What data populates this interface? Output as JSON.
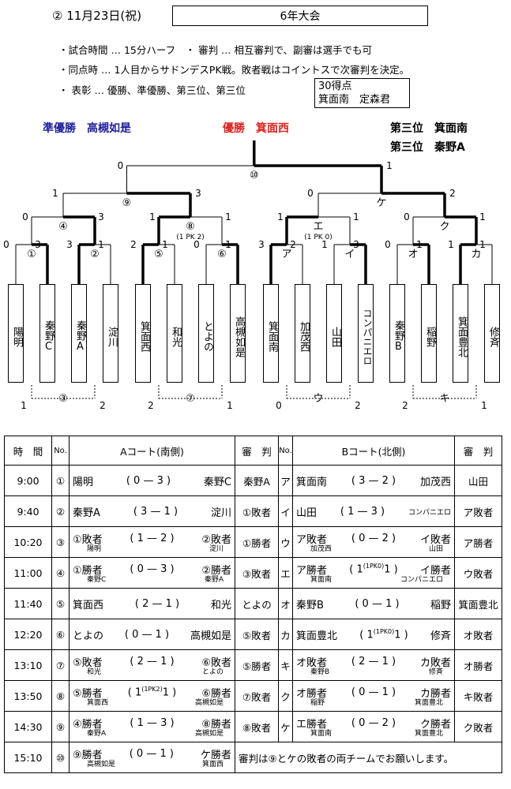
{
  "header": {
    "date": "② 11月23日(祝)",
    "title": "6年大会"
  },
  "rules": [
    "・試合時間 … 15分ハーフ　・ 審判 … 相互審判で、副審は選手でも可",
    "・同点時 … 1人目からサドンデスPK戦。敗者戦はコイントスで次審判を決定。",
    "・ 表彰 … 優勝、準優勝、第三位、第三位"
  ],
  "score_award": {
    "line1": "30得点",
    "line2": "箕面南　定森君"
  },
  "results": {
    "runner_up": "準優勝　高槻如是",
    "winner": "優勝　箕面西",
    "third1": "第三位　箕面南",
    "third2": "第三位　秦野A"
  },
  "colors": {
    "runner_up": "#1f1f9e",
    "winner": "#e0201b"
  },
  "bracket": {
    "teams": [
      "陽明",
      "秦野C",
      "秦野A",
      "淀川",
      "箕面西",
      "和光",
      "とよの",
      "高槻如是",
      "箕面南",
      "加茂西",
      "山田",
      "コンパニエロ",
      "秦野B",
      "稲野",
      "箕面豊北",
      "修斉"
    ],
    "match_labels": [
      "①",
      "②",
      "③",
      "④",
      "⑤",
      "⑥",
      "⑦",
      "⑧",
      "⑨",
      "⑩",
      "ア",
      "イ",
      "ウ",
      "エ",
      "オ",
      "カ",
      "キ",
      "ク",
      "ケ"
    ],
    "scores": {
      "m1": [
        "0",
        "3"
      ],
      "m2": [
        "3",
        "1"
      ],
      "m5": [
        "2",
        "1"
      ],
      "m6": [
        "0",
        "1"
      ],
      "ma": [
        "3",
        "2"
      ],
      "mi": [
        "1",
        "3"
      ],
      "mo": [
        "0",
        "1"
      ],
      "mka": [
        "1",
        "1"
      ],
      "m4": [
        "0",
        "3"
      ],
      "m8": [
        "1",
        "1"
      ],
      "me": [
        "1",
        "1"
      ],
      "mku": [
        "0",
        "1"
      ],
      "m9": [
        "1",
        "3"
      ],
      "mke": [
        "0",
        "2"
      ],
      "m10": [
        "0",
        "1"
      ],
      "m3": [
        "1",
        "2"
      ],
      "m7": [
        "2",
        "1"
      ],
      "mu": [
        "0",
        "2"
      ],
      "mki": [
        "2",
        "1"
      ]
    },
    "pk_notes": {
      "m8": "(1 PK 2)",
      "me": "(1 PK 0)",
      "mka": "(1 PK 0)"
    }
  },
  "schedule": {
    "headers": [
      "時　間",
      "No.",
      "Aコート(南側)",
      "審　判",
      "No.",
      "Bコート(北側)",
      "審　判"
    ],
    "rows": [
      {
        "time": "9:00",
        "a_no": "①",
        "a_l": "陽明",
        "a_s1": "0",
        "a_s2": "3",
        "a_r": "秦野C",
        "a_ref": "秦野A",
        "b_no": "ア",
        "b_l": "箕面南",
        "b_s1": "3",
        "b_s2": "2",
        "b_r": "加茂西",
        "b_ref": "山田"
      },
      {
        "time": "9:40",
        "a_no": "②",
        "a_l": "秦野A",
        "a_s1": "3",
        "a_s2": "1",
        "a_r": "淀川",
        "a_ref": "①敗者",
        "b_no": "イ",
        "b_l": "山田",
        "b_s1": "1",
        "b_s2": "3",
        "b_r": "コンパニエロ",
        "b_ref": "ア敗者"
      },
      {
        "time": "10:20",
        "a_no": "③",
        "a_l": "①敗者",
        "a_s1": "1",
        "a_s2": "2",
        "a_r": "②敗者",
        "a_sub_l": "陽明",
        "a_sub_r": "淀川",
        "a_ref": "①勝者",
        "b_no": "ウ",
        "b_l": "ア敗者",
        "b_s1": "0",
        "b_s2": "2",
        "b_r": "イ敗者",
        "b_sub_l": "加茂西",
        "b_sub_r": "山田",
        "b_ref": "ア勝者"
      },
      {
        "time": "11:00",
        "a_no": "④",
        "a_l": "①勝者",
        "a_s1": "0",
        "a_s2": "3",
        "a_r": "②勝者",
        "a_sub_l": "秦野C",
        "a_sub_r": "秦野A",
        "a_ref": "③敗者",
        "b_no": "エ",
        "b_l": "ア勝者",
        "b_s1": "1",
        "b_s2": "1",
        "b_pk": "(1PK0)",
        "b_r": "イ勝者",
        "b_sub_l": "箕面南",
        "b_sub_r": "コンパニエロ",
        "b_ref": "ウ敗者"
      },
      {
        "time": "11:40",
        "a_no": "⑤",
        "a_l": "箕面西",
        "a_s1": "2",
        "a_s2": "1",
        "a_r": "和光",
        "a_ref": "とよの",
        "b_no": "オ",
        "b_l": "秦野B",
        "b_s1": "0",
        "b_s2": "1",
        "b_r": "稲野",
        "b_ref": "箕面豊北"
      },
      {
        "time": "12:20",
        "a_no": "⑥",
        "a_l": "とよの",
        "a_s1": "0",
        "a_s2": "1",
        "a_r": "高槻如是",
        "a_ref": "⑤敗者",
        "b_no": "カ",
        "b_l": "箕面豊北",
        "b_s1": "1",
        "b_s2": "1",
        "b_pk": "(1PK0)",
        "b_r": "修斉",
        "b_ref": "オ敗者"
      },
      {
        "time": "13:10",
        "a_no": "⑦",
        "a_l": "⑤敗者",
        "a_s1": "2",
        "a_s2": "1",
        "a_r": "⑥敗者",
        "a_sub_l": "和光",
        "a_sub_r": "とよの",
        "a_ref": "⑤勝者",
        "b_no": "キ",
        "b_l": "オ敗者",
        "b_s1": "2",
        "b_s2": "1",
        "b_r": "カ敗者",
        "b_sub_l": "秦野B",
        "b_sub_r": "修斉",
        "b_ref": "オ勝者"
      },
      {
        "time": "13:50",
        "a_no": "⑧",
        "a_l": "⑤勝者",
        "a_s1": "1",
        "a_s2": "1",
        "a_pk": "(1PK2)",
        "a_r": "⑥勝者",
        "a_sub_l": "箕面西",
        "a_sub_r": "高槻如是",
        "a_ref": "⑦敗者",
        "b_no": "ク",
        "b_l": "オ勝者",
        "b_s1": "0",
        "b_s2": "1",
        "b_r": "カ勝者",
        "b_sub_l": "稲野",
        "b_sub_r": "箕面豊北",
        "b_ref": "キ敗者"
      },
      {
        "time": "14:30",
        "a_no": "⑨",
        "a_l": "④勝者",
        "a_s1": "1",
        "a_s2": "3",
        "a_r": "⑧勝者",
        "a_sub_l": "秦野A",
        "a_sub_r": "高槻如是",
        "a_ref": "⑧敗者",
        "b_no": "ケ",
        "b_l": "エ勝者",
        "b_s1": "0",
        "b_s2": "2",
        "b_r": "ク勝者",
        "b_sub_l": "箕面南",
        "b_sub_r": "箕面豊北",
        "b_ref": "ク敗者"
      }
    ],
    "final": {
      "time": "15:10",
      "no": "⑩",
      "l": "⑨勝者",
      "s1": "0",
      "s2": "1",
      "r": "ケ勝者",
      "sub_l": "高槻如是",
      "sub_r": "箕面西",
      "note": "審判は⑨とケの敗者の両チームでお願いします。"
    }
  }
}
